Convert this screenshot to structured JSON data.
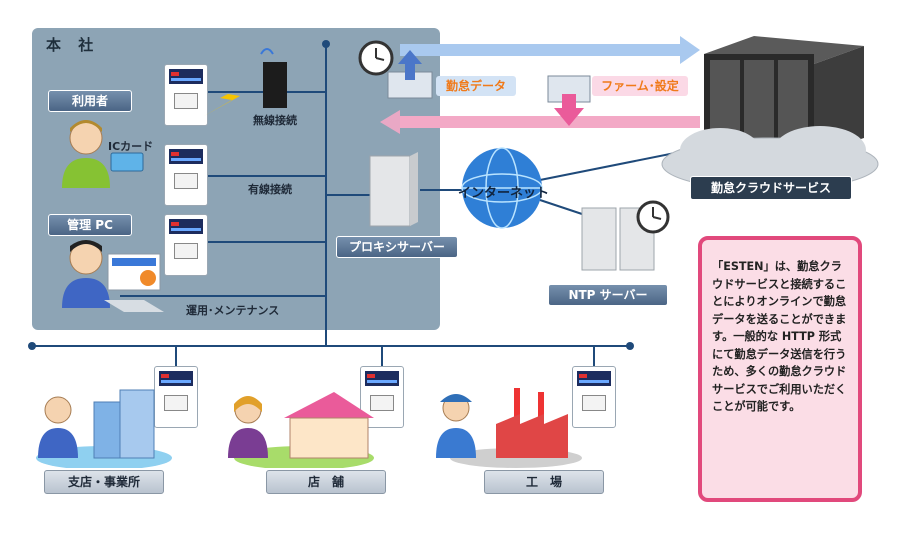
{
  "headquarters": {
    "title": "本 社"
  },
  "user_label": "利用者",
  "icard_label": "ICカード",
  "admin_pc_label": "管理 PC",
  "wireless_label": "無線接続",
  "wired_label": "有線接続",
  "operation_label": "運用･メンテナンス",
  "proxy_label": "プロキシサーバー",
  "internet_label": "インターネット",
  "ntp_label": "NTP サーバー",
  "attendance_data_label": "勤怠データ",
  "firmware_label": "ファーム･設定",
  "cloud_label": "勤怠クラウドサービス",
  "branches": [
    {
      "label": "支店・事業所"
    },
    {
      "label": "店　舗"
    },
    {
      "label": "工　場"
    }
  ],
  "note_text": "「ESTEN」は、勤怠クラウドサービスと接続することによりオンラインで勤怠データを送ることができます。一般的な HTTP 形式にて勤怠データ送信を行うため、多くの勤怠クラウドサービスでご利用いただくことが可能です。",
  "colors": {
    "hq_panel": "#8da4b5",
    "note_border": "#e1497c",
    "arrow_blue": "#a9c9ef",
    "arrow_pink": "#f3a9c6",
    "line": "#1f4a7a"
  }
}
